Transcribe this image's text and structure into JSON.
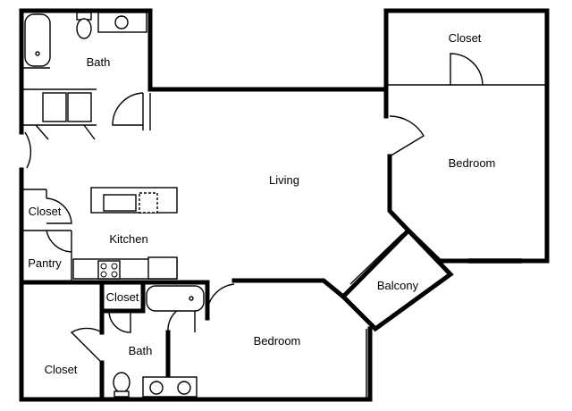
{
  "rooms": {
    "bath_top": "Bath",
    "closet_top_right": "Closet",
    "bedroom_right": "Bedroom",
    "living": "Living",
    "closet_left": "Closet",
    "kitchen": "Kitchen",
    "pantry": "Pantry",
    "closet_bath": "Closet",
    "balcony": "Balcony",
    "bath_bottom": "Bath",
    "bedroom_bottom": "Bedroom",
    "closet_bottom_left": "Closet"
  }
}
